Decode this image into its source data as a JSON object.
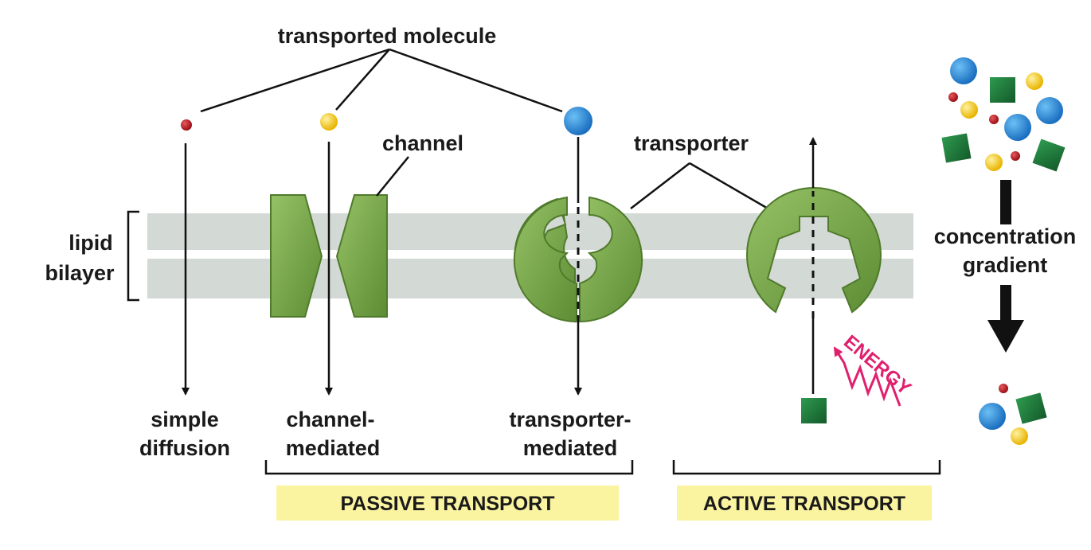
{
  "labels": {
    "transported_molecule": "transported molecule",
    "channel": "channel",
    "transporter": "transporter",
    "lipid_bilayer_line1": "lipid",
    "lipid_bilayer_line2": "bilayer",
    "simple_diffusion_line1": "simple",
    "simple_diffusion_line2": "diffusion",
    "channel_mediated_line1": "channel-",
    "channel_mediated_line2": "mediated",
    "transporter_mediated_line1": "transporter-",
    "transporter_mediated_line2": "mediated",
    "concentration_gradient_line1": "concentration",
    "concentration_gradient_line2": "gradient",
    "energy": "ENERGY",
    "passive_transport": "PASSIVE TRANSPORT",
    "active_transport": "ACTIVE TRANSPORT"
  },
  "colors": {
    "membrane": "#d3d9d4",
    "protein_green": "#76a648",
    "protein_dark": "#4f7a2b",
    "molecule_red": "#b3141b",
    "molecule_yellow": "#f5c518",
    "molecule_blue": "#1b87d6",
    "molecule_green": "#1f7a3a",
    "energy_pink": "#e0206e",
    "highlight_yellow": "#faf3a0",
    "arrow": "#111111"
  }
}
